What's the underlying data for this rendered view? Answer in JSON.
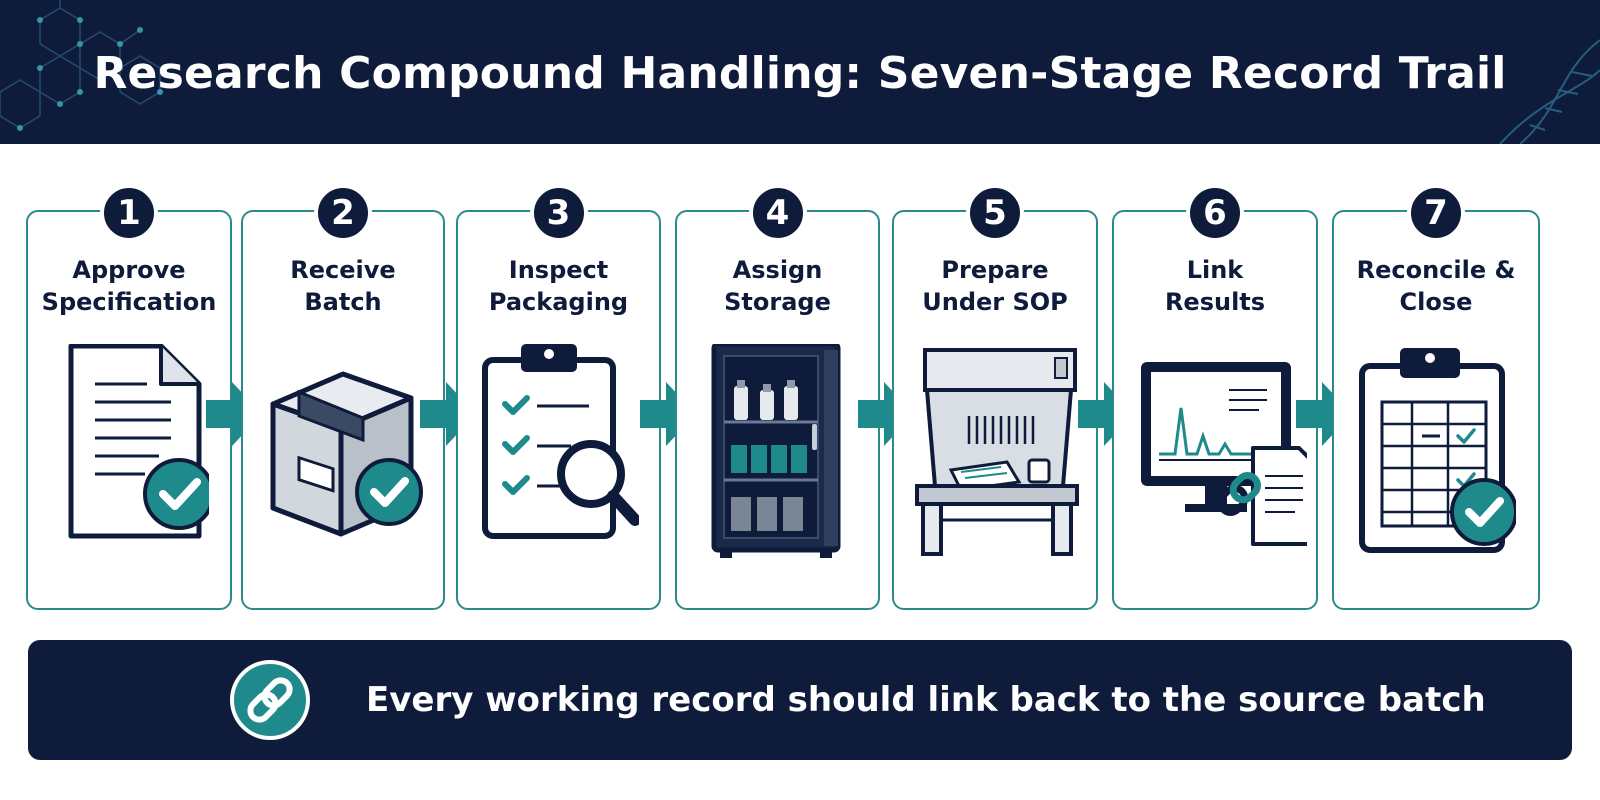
{
  "title": "Research Compound Handling: Seven-Stage Record Trail",
  "stages": [
    {
      "number": "1",
      "line1": "Approve",
      "line2": "Specification",
      "icon": "document-check-icon"
    },
    {
      "number": "2",
      "line1": "Receive",
      "line2": "Batch",
      "icon": "box-check-icon"
    },
    {
      "number": "3",
      "line1": "Inspect",
      "line2": "Packaging",
      "icon": "clipboard-magnifier-icon"
    },
    {
      "number": "4",
      "line1": "Assign",
      "line2": "Storage",
      "icon": "storage-cabinet-icon"
    },
    {
      "number": "5",
      "line1": "Prepare",
      "line2": "Under SOP",
      "icon": "fume-hood-icon"
    },
    {
      "number": "6",
      "line1": "Link",
      "line2": "Results",
      "icon": "monitor-link-icon"
    },
    {
      "number": "7",
      "line1": "Reconcile &",
      "line2": "Close",
      "icon": "clipboard-table-check-icon"
    }
  ],
  "footer": {
    "message": "Every working record should link back to the source batch",
    "icon": "chain-link-icon"
  },
  "colors": {
    "navy": "#0e1b3a",
    "teal": "#1f8a8c",
    "border": "#2a8a8c",
    "white": "#ffffff"
  }
}
